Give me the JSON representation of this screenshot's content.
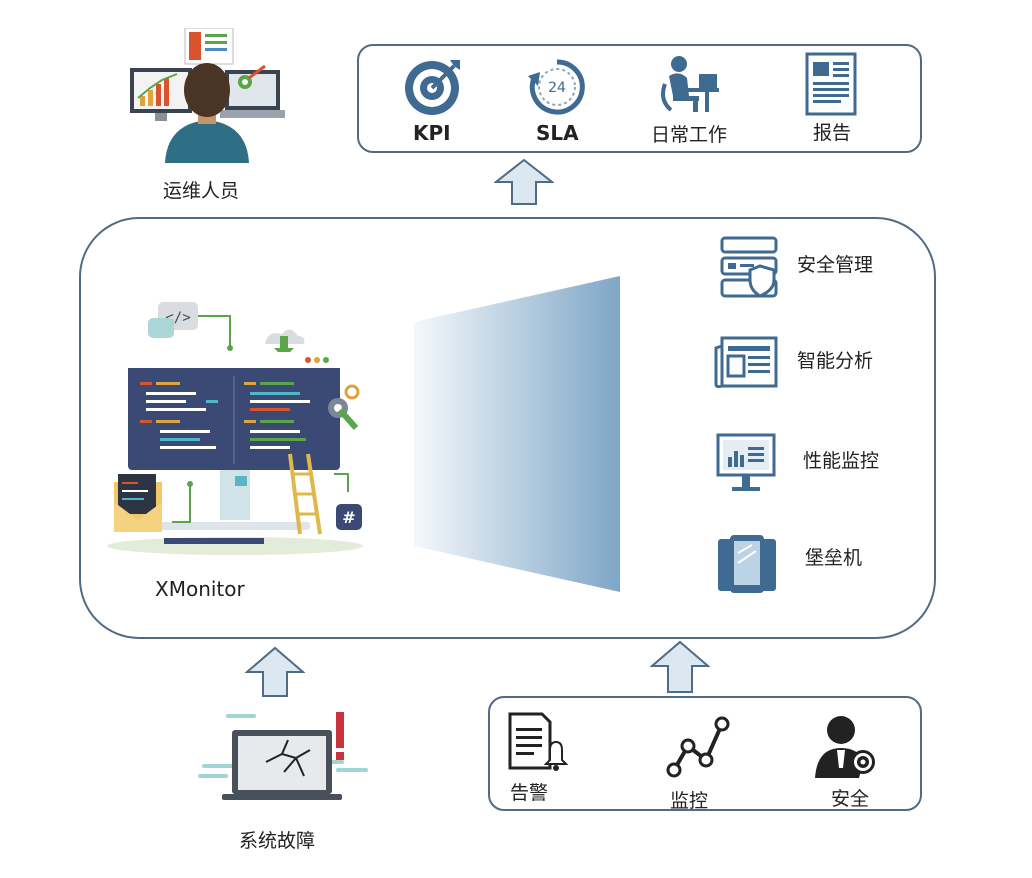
{
  "operator": {
    "label": "运维人员"
  },
  "outputs": {
    "items": [
      {
        "label": "KPI",
        "icon": "target-icon"
      },
      {
        "label": "SLA",
        "icon": "clock-24-icon",
        "badge": "24"
      },
      {
        "label": "日常工作",
        "icon": "worker-icon"
      },
      {
        "label": "报告",
        "icon": "report-icon"
      }
    ]
  },
  "platform": {
    "name": "XMonitor",
    "features": [
      {
        "label": "安全管理",
        "icon": "security-server-icon"
      },
      {
        "label": "智能分析",
        "icon": "analysis-icon"
      },
      {
        "label": "性能监控",
        "icon": "monitor-chart-icon"
      },
      {
        "label": "堡垒机",
        "icon": "bastion-device-icon"
      }
    ]
  },
  "fault": {
    "label": "系统故障"
  },
  "inputs": {
    "items": [
      {
        "label": "告警",
        "icon": "alarm-doc-icon"
      },
      {
        "label": "监控",
        "icon": "line-chart-icon"
      },
      {
        "label": "安全",
        "icon": "user-gear-icon"
      }
    ]
  },
  "colors": {
    "border": "#4f6b85",
    "icon": "#3f6a91",
    "arrow_fill": "#dbe7f1",
    "arrow_stroke": "#4f6b85"
  }
}
